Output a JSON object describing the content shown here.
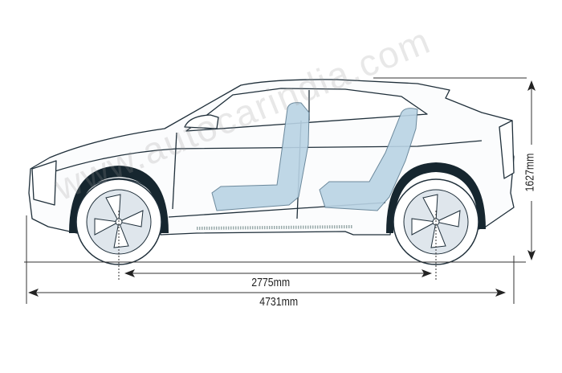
{
  "dimensions": {
    "wheelbase": "2775mm",
    "length": "4731mm",
    "height": "1627mm"
  },
  "watermark": "www.autocarindia.com",
  "colors": {
    "outline": "#1f2f3a",
    "glass_seats": "#b9d3e4",
    "wheel_arch": "#16262f",
    "dimension_line": "#333333"
  }
}
